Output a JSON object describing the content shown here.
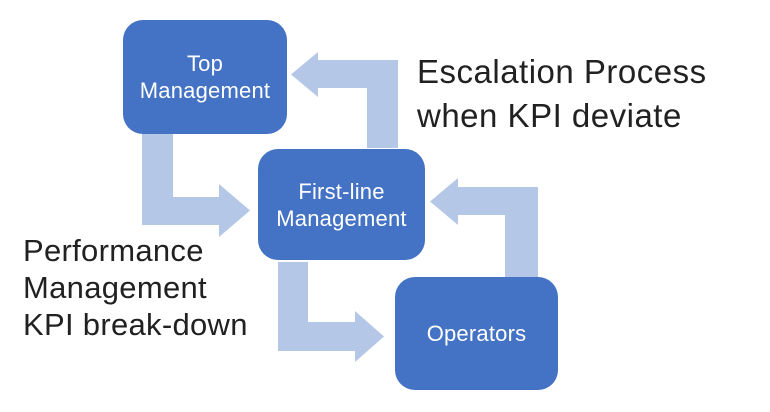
{
  "colors": {
    "node_fill": "#4472C4",
    "node_text": "#FFFFFF",
    "arrow_fill": "#B4C7E7",
    "annotation_text": "#212121",
    "background": "#FFFFFF"
  },
  "nodes": [
    {
      "id": "top-management",
      "lines": [
        "Top",
        "Management"
      ]
    },
    {
      "id": "first-line-management",
      "lines": [
        "First-line",
        "Management"
      ]
    },
    {
      "id": "operators",
      "lines": [
        "Operators"
      ]
    }
  ],
  "annotations": {
    "escalation": {
      "lines": [
        "Escalation Process",
        "when KPI deviate"
      ]
    },
    "performance": {
      "lines": [
        "Performance",
        "Management",
        "KPI break-down"
      ]
    }
  },
  "arrows": [
    {
      "id": "top-to-firstline",
      "from": "Top Management",
      "to": "First-line Management"
    },
    {
      "id": "firstline-to-operators",
      "from": "First-line Management",
      "to": "Operators"
    },
    {
      "id": "operators-to-firstline",
      "from": "Operators",
      "to": "First-line Management"
    },
    {
      "id": "firstline-to-top",
      "from": "First-line Management",
      "to": "Top Management"
    }
  ]
}
